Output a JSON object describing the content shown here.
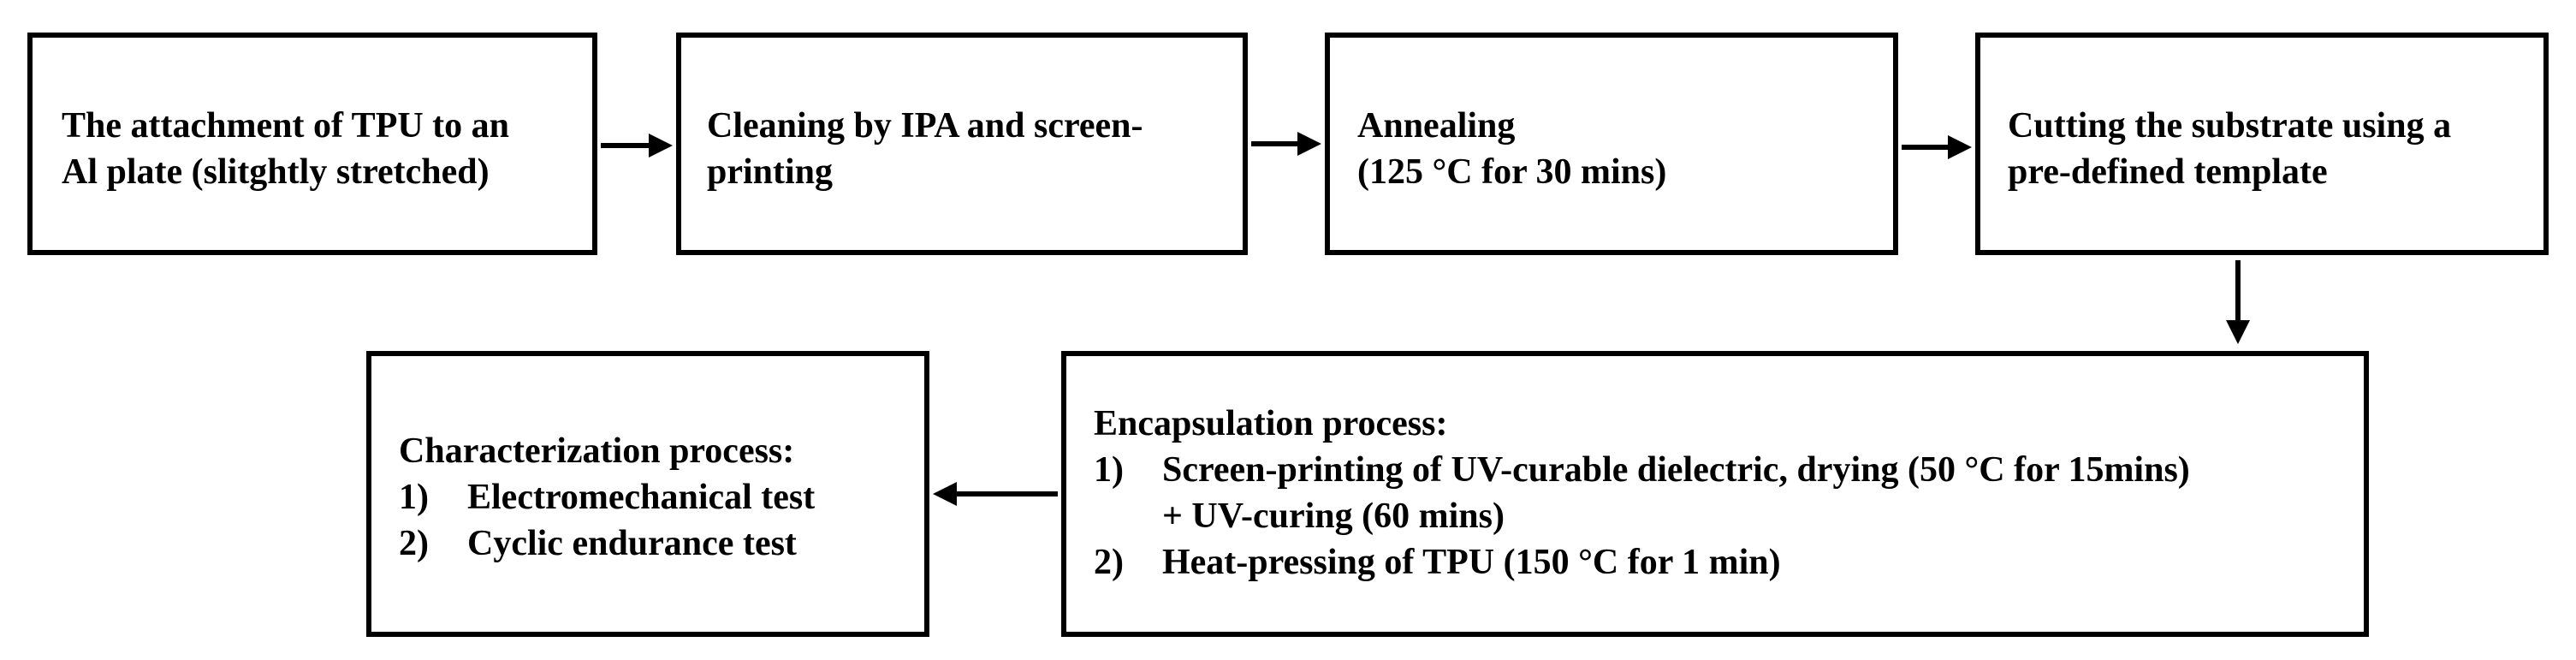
{
  "steps": [
    {
      "lines": [
        "The attachment of TPU to an",
        "Al plate (slitghtly stretched)"
      ]
    },
    {
      "lines": [
        "Cleaning by IPA and screen-",
        "printing"
      ]
    },
    {
      "lines": [
        "Annealing",
        "(125 °C for 30 mins)"
      ]
    },
    {
      "lines": [
        "Cutting the substrate using a",
        "pre-defined template"
      ]
    }
  ],
  "encapsulation": {
    "title": "Encapsulation process:",
    "items": [
      {
        "num": "1)",
        "lines": [
          "Screen-printing of UV-curable dielectric, drying (50 °C for 15mins)",
          "+ UV-curing (60 mins)"
        ]
      },
      {
        "num": "2)",
        "lines": [
          "Heat-pressing of TPU (150 °C for 1 min)"
        ]
      }
    ]
  },
  "characterization": {
    "title": "Characterization process:",
    "items": [
      {
        "num": "1)",
        "lines": [
          "Electromechanical test"
        ]
      },
      {
        "num": "2)",
        "lines": [
          "Cyclic endurance test"
        ]
      }
    ]
  }
}
